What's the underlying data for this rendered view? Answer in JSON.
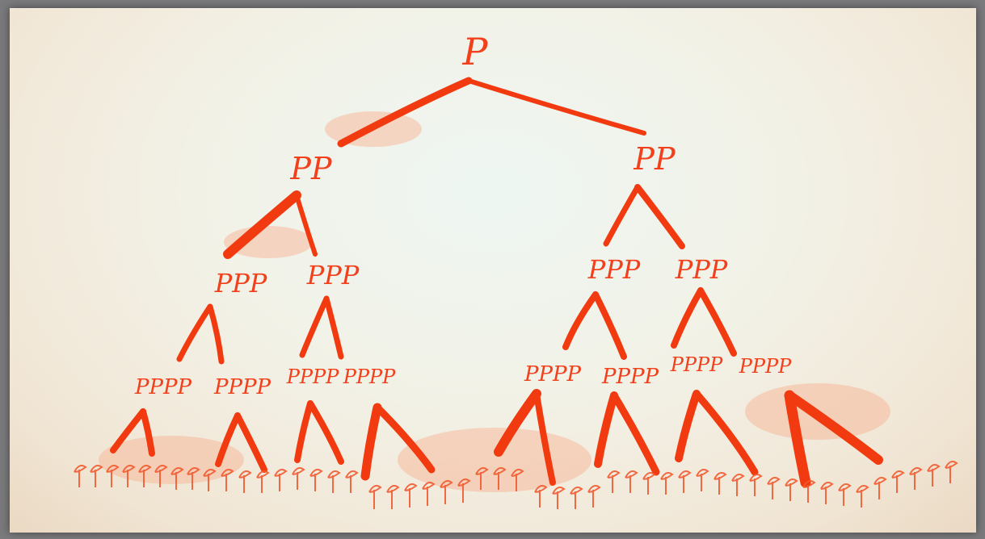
{
  "labels": {
    "level0": [
      "P"
    ],
    "level1": [
      "PP",
      "PP"
    ],
    "level2": [
      "PPP",
      "PPP",
      "PPP",
      "PPP"
    ],
    "level3": [
      "PPPP",
      "PPPP",
      "PPPP",
      "PPPP",
      "PPPP",
      "PPPP",
      "PPPP",
      "PPPP"
    ]
  },
  "colors": {
    "ink": "#f23a10",
    "paper": "#f2f1e6",
    "frame": "#7a7a7c"
  }
}
